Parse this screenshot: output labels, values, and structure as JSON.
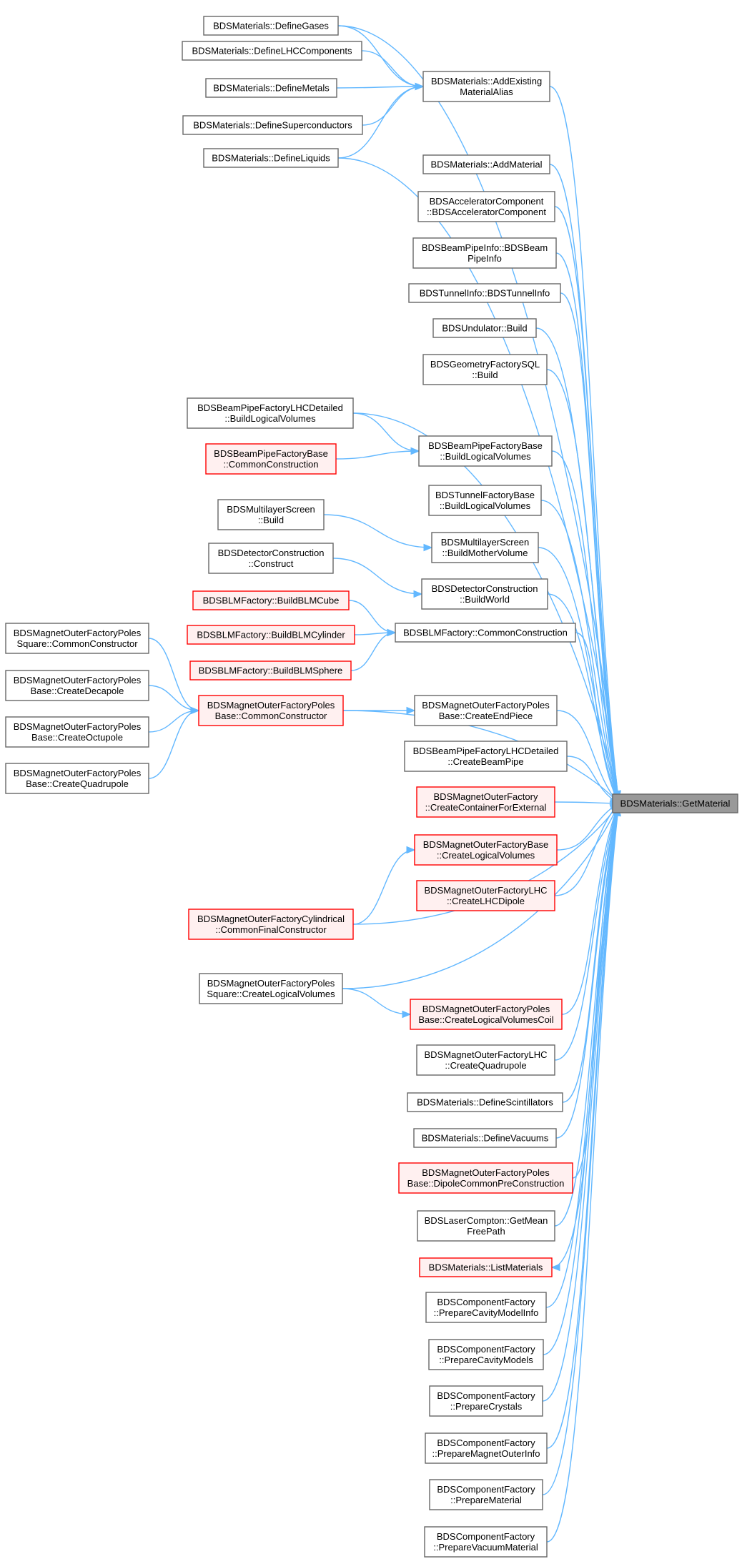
{
  "colors": {
    "edge": "#63b8ff",
    "node_border": "#666666",
    "node_fill": "#ffffff",
    "truncated_border": "#ff0000",
    "truncated_fill": "#fff0f0",
    "target_fill": "#999999",
    "text": "#000000"
  },
  "graph": {
    "target": "get_material",
    "nodes": [
      {
        "id": "define_gases",
        "lines": [
          "BDSMaterials::DefineGases"
        ],
        "style": "normal"
      },
      {
        "id": "define_lhc",
        "lines": [
          "BDSMaterials::DefineLHCComponents"
        ],
        "style": "normal"
      },
      {
        "id": "define_metals",
        "lines": [
          "BDSMaterials::DefineMetals"
        ],
        "style": "normal"
      },
      {
        "id": "define_super",
        "lines": [
          "BDSMaterials::DefineSuperconductors"
        ],
        "style": "normal"
      },
      {
        "id": "define_liquids",
        "lines": [
          "BDSMaterials::DefineLiquids"
        ],
        "style": "normal"
      },
      {
        "id": "add_existing",
        "lines": [
          "BDSMaterials::AddExisting",
          "MaterialAlias"
        ],
        "style": "normal"
      },
      {
        "id": "add_material",
        "lines": [
          "BDSMaterials::AddMaterial"
        ],
        "style": "normal"
      },
      {
        "id": "acc_comp",
        "lines": [
          "BDSAcceleratorComponent",
          "::BDSAcceleratorComponent"
        ],
        "style": "normal"
      },
      {
        "id": "beampipe_info",
        "lines": [
          "BDSBeamPipeInfo::BDSBeam",
          "PipeInfo"
        ],
        "style": "normal"
      },
      {
        "id": "tunnel_info",
        "lines": [
          "BDSTunnelInfo::BDSTunnelInfo"
        ],
        "style": "normal"
      },
      {
        "id": "undulator",
        "lines": [
          "BDSUndulator::Build"
        ],
        "style": "normal"
      },
      {
        "id": "geom_sql",
        "lines": [
          "BDSGeometryFactorySQL",
          "::Build"
        ],
        "style": "normal"
      },
      {
        "id": "bp_lhcd_blv",
        "lines": [
          "BDSBeamPipeFactoryLHCDetailed",
          "::BuildLogicalVolumes"
        ],
        "style": "normal"
      },
      {
        "id": "bp_base_cc",
        "lines": [
          "BDSBeamPipeFactoryBase",
          "::CommonConstruction"
        ],
        "style": "truncated"
      },
      {
        "id": "bp_base_blv",
        "lines": [
          "BDSBeamPipeFactoryBase",
          "::BuildLogicalVolumes"
        ],
        "style": "normal"
      },
      {
        "id": "tunnel_blv",
        "lines": [
          "BDSTunnelFactoryBase",
          "::BuildLogicalVolumes"
        ],
        "style": "normal"
      },
      {
        "id": "mls_build",
        "lines": [
          "BDSMultilayerScreen",
          "::Build"
        ],
        "style": "normal"
      },
      {
        "id": "mls_bmv",
        "lines": [
          "BDSMultilayerScreen",
          "::BuildMotherVolume"
        ],
        "style": "normal"
      },
      {
        "id": "det_construct",
        "lines": [
          "BDSDetectorConstruction",
          "::Construct"
        ],
        "style": "normal"
      },
      {
        "id": "det_buildworld",
        "lines": [
          "BDSDetectorConstruction",
          "::BuildWorld"
        ],
        "style": "normal"
      },
      {
        "id": "blm_cube",
        "lines": [
          "BDSBLMFactory::BuildBLMCube"
        ],
        "style": "truncated"
      },
      {
        "id": "blm_cyl",
        "lines": [
          "BDSBLMFactory::BuildBLMCylinder"
        ],
        "style": "truncated"
      },
      {
        "id": "blm_sphere",
        "lines": [
          "BDSBLMFactory::BuildBLMSphere"
        ],
        "style": "truncated"
      },
      {
        "id": "blm_cc",
        "lines": [
          "BDSBLMFactory::CommonConstruction"
        ],
        "style": "normal"
      },
      {
        "id": "mofps_cc",
        "lines": [
          "BDSMagnetOuterFactoryPoles",
          "Square::CommonConstructor"
        ],
        "style": "normal"
      },
      {
        "id": "mofp_decapole",
        "lines": [
          "BDSMagnetOuterFactoryPoles",
          "Base::CreateDecapole"
        ],
        "style": "normal"
      },
      {
        "id": "mofp_octupole",
        "lines": [
          "BDSMagnetOuterFactoryPoles",
          "Base::CreateOctupole"
        ],
        "style": "normal"
      },
      {
        "id": "mofp_quadrupole",
        "lines": [
          "BDSMagnetOuterFactoryPoles",
          "Base::CreateQuadrupole"
        ],
        "style": "normal"
      },
      {
        "id": "mofp_cc",
        "lines": [
          "BDSMagnetOuterFactoryPoles",
          "Base::CommonConstructor"
        ],
        "style": "truncated"
      },
      {
        "id": "mofp_endpiece",
        "lines": [
          "BDSMagnetOuterFactoryPoles",
          "Base::CreateEndPiece"
        ],
        "style": "normal"
      },
      {
        "id": "bp_lhcd_cbp",
        "lines": [
          "BDSBeamPipeFactoryLHCDetailed",
          "::CreateBeamPipe"
        ],
        "style": "normal"
      },
      {
        "id": "mof_container",
        "lines": [
          "BDSMagnetOuterFactory",
          "::CreateContainerForExternal"
        ],
        "style": "truncated"
      },
      {
        "id": "mofb_clv",
        "lines": [
          "BDSMagnetOuterFactoryBase",
          "::CreateLogicalVolumes"
        ],
        "style": "truncated"
      },
      {
        "id": "moflhc_dipole",
        "lines": [
          "BDSMagnetOuterFactoryLHC",
          "::CreateLHCDipole"
        ],
        "style": "truncated"
      },
      {
        "id": "mofcyl_cfc",
        "lines": [
          "BDSMagnetOuterFactoryCylindrical",
          "::CommonFinalConstructor"
        ],
        "style": "truncated"
      },
      {
        "id": "mofps_clv",
        "lines": [
          "BDSMagnetOuterFactoryPoles",
          "Square::CreateLogicalVolumes"
        ],
        "style": "normal"
      },
      {
        "id": "mofp_clvcoil",
        "lines": [
          "BDSMagnetOuterFactoryPoles",
          "Base::CreateLogicalVolumesCoil"
        ],
        "style": "truncated"
      },
      {
        "id": "moflhc_quad",
        "lines": [
          "BDSMagnetOuterFactoryLHC",
          "::CreateQuadrupole"
        ],
        "style": "normal"
      },
      {
        "id": "define_scint",
        "lines": [
          "BDSMaterials::DefineScintillators"
        ],
        "style": "normal"
      },
      {
        "id": "define_vacuums",
        "lines": [
          "BDSMaterials::DefineVacuums"
        ],
        "style": "normal"
      },
      {
        "id": "mofp_dipole_pre",
        "lines": [
          "BDSMagnetOuterFactoryPoles",
          "Base::DipoleCommonPreConstruction"
        ],
        "style": "truncated"
      },
      {
        "id": "laser_compton",
        "lines": [
          "BDSLaserCompton::GetMean",
          "FreePath"
        ],
        "style": "normal"
      },
      {
        "id": "list_materials",
        "lines": [
          "BDSMaterials::ListMaterials"
        ],
        "style": "truncated"
      },
      {
        "id": "cf_cavity_info",
        "lines": [
          "BDSComponentFactory",
          "::PrepareCavityModelInfo"
        ],
        "style": "normal"
      },
      {
        "id": "cf_cavity_models",
        "lines": [
          "BDSComponentFactory",
          "::PrepareCavityModels"
        ],
        "style": "normal"
      },
      {
        "id": "cf_crystals",
        "lines": [
          "BDSComponentFactory",
          "::PrepareCrystals"
        ],
        "style": "normal"
      },
      {
        "id": "cf_magnet_outer",
        "lines": [
          "BDSComponentFactory",
          "::PrepareMagnetOuterInfo"
        ],
        "style": "normal"
      },
      {
        "id": "cf_material",
        "lines": [
          "BDSComponentFactory",
          "::PrepareMaterial"
        ],
        "style": "normal"
      },
      {
        "id": "cf_vacuum",
        "lines": [
          "BDSComponentFactory",
          "::PrepareVacuumMaterial"
        ],
        "style": "normal"
      },
      {
        "id": "get_material",
        "lines": [
          "BDSMaterials::GetMaterial"
        ],
        "style": "target"
      }
    ],
    "edges": [
      [
        "define_gases",
        "add_existing"
      ],
      [
        "define_lhc",
        "add_existing"
      ],
      [
        "define_metals",
        "add_existing"
      ],
      [
        "define_super",
        "add_existing"
      ],
      [
        "define_liquids",
        "add_existing"
      ],
      [
        "define_gases",
        "get_material"
      ],
      [
        "define_liquids",
        "get_material"
      ],
      [
        "add_existing",
        "get_material"
      ],
      [
        "add_material",
        "get_material"
      ],
      [
        "acc_comp",
        "get_material"
      ],
      [
        "beampipe_info",
        "get_material"
      ],
      [
        "tunnel_info",
        "get_material"
      ],
      [
        "undulator",
        "get_material"
      ],
      [
        "geom_sql",
        "get_material"
      ],
      [
        "bp_lhcd_blv",
        "bp_base_blv"
      ],
      [
        "bp_lhcd_blv",
        "get_material"
      ],
      [
        "bp_base_cc",
        "bp_base_blv"
      ],
      [
        "bp_base_blv",
        "get_material"
      ],
      [
        "tunnel_blv",
        "get_material"
      ],
      [
        "mls_build",
        "mls_bmv"
      ],
      [
        "mls_bmv",
        "get_material"
      ],
      [
        "det_construct",
        "det_buildworld"
      ],
      [
        "det_buildworld",
        "get_material"
      ],
      [
        "blm_cube",
        "blm_cc"
      ],
      [
        "blm_cyl",
        "blm_cc"
      ],
      [
        "blm_sphere",
        "blm_cc"
      ],
      [
        "blm_cc",
        "get_material"
      ],
      [
        "mofps_cc",
        "mofp_cc"
      ],
      [
        "mofp_decapole",
        "mofp_cc"
      ],
      [
        "mofp_octupole",
        "mofp_cc"
      ],
      [
        "mofp_quadrupole",
        "mofp_cc"
      ],
      [
        "mofp_cc",
        "mofp_endpiece"
      ],
      [
        "mofp_cc",
        "get_material"
      ],
      [
        "mofp_endpiece",
        "get_material"
      ],
      [
        "bp_lhcd_cbp",
        "get_material"
      ],
      [
        "mof_container",
        "get_material"
      ],
      [
        "mofcyl_cfc",
        "mofb_clv"
      ],
      [
        "mofcyl_cfc",
        "get_material"
      ],
      [
        "mofb_clv",
        "get_material"
      ],
      [
        "moflhc_dipole",
        "get_material"
      ],
      [
        "mofps_clv",
        "mofp_clvcoil"
      ],
      [
        "mofps_clv",
        "get_material"
      ],
      [
        "mofp_clvcoil",
        "get_material"
      ],
      [
        "moflhc_quad",
        "get_material"
      ],
      [
        "define_scint",
        "get_material"
      ],
      [
        "define_vacuums",
        "get_material"
      ],
      [
        "mofp_dipole_pre",
        "get_material"
      ],
      [
        "laser_compton",
        "get_material"
      ],
      [
        "get_material",
        "list_materials"
      ],
      [
        "cf_cavity_info",
        "get_material"
      ],
      [
        "cf_cavity_models",
        "get_material"
      ],
      [
        "cf_crystals",
        "get_material"
      ],
      [
        "cf_magnet_outer",
        "get_material"
      ],
      [
        "cf_material",
        "get_material"
      ],
      [
        "cf_vacuum",
        "get_material"
      ]
    ]
  }
}
